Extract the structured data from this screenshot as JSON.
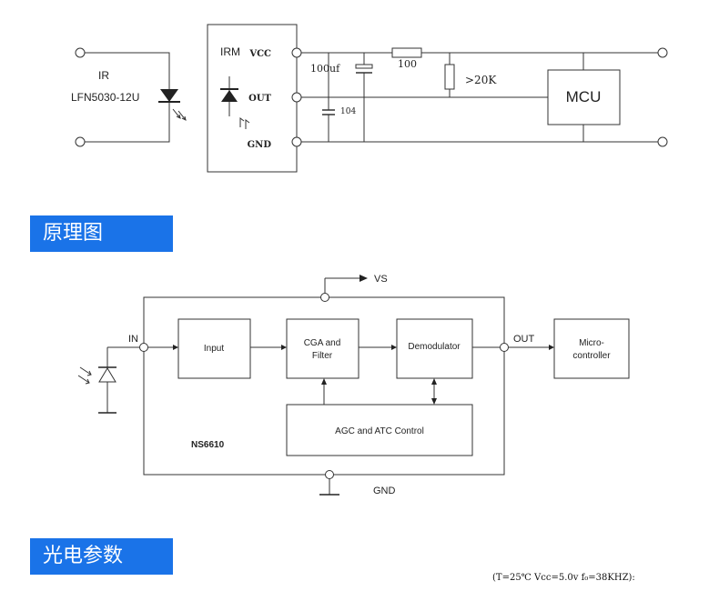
{
  "circuit": {
    "ir_label": "IR",
    "ir_part": "LFN5030-12U",
    "irm_label": "IRM",
    "pin_vcc": "VCC",
    "pin_out": "OUT",
    "pin_gnd": "GND",
    "cap_electrolytic": "100uf",
    "cap_ceramic": "104",
    "resistor_series": "100",
    "resistor_pullup": ">20K",
    "mcu_label": "MCU"
  },
  "section_headers": {
    "principle": "原理图",
    "photoelectric": "光电参数"
  },
  "block_diagram": {
    "vs_label": "VS",
    "in_label": "IN",
    "out_label": "OUT",
    "gnd_label": "GND",
    "chip_name": "NS6610",
    "input_block": "Input",
    "cga_line1": "CGA and",
    "cga_line2": "Filter",
    "demod_block": "Demodulator",
    "agc_block": "AGC  and  ATC  Control",
    "mc_line1": "Micro-",
    "mc_line2": "controller"
  },
  "test_conditions": "(T=25℃  Vcc=5.0v  f₀=38KHZ):",
  "colors": {
    "header_bg": "#1a73e8",
    "header_text": "#ffffff",
    "line": "#333333"
  }
}
